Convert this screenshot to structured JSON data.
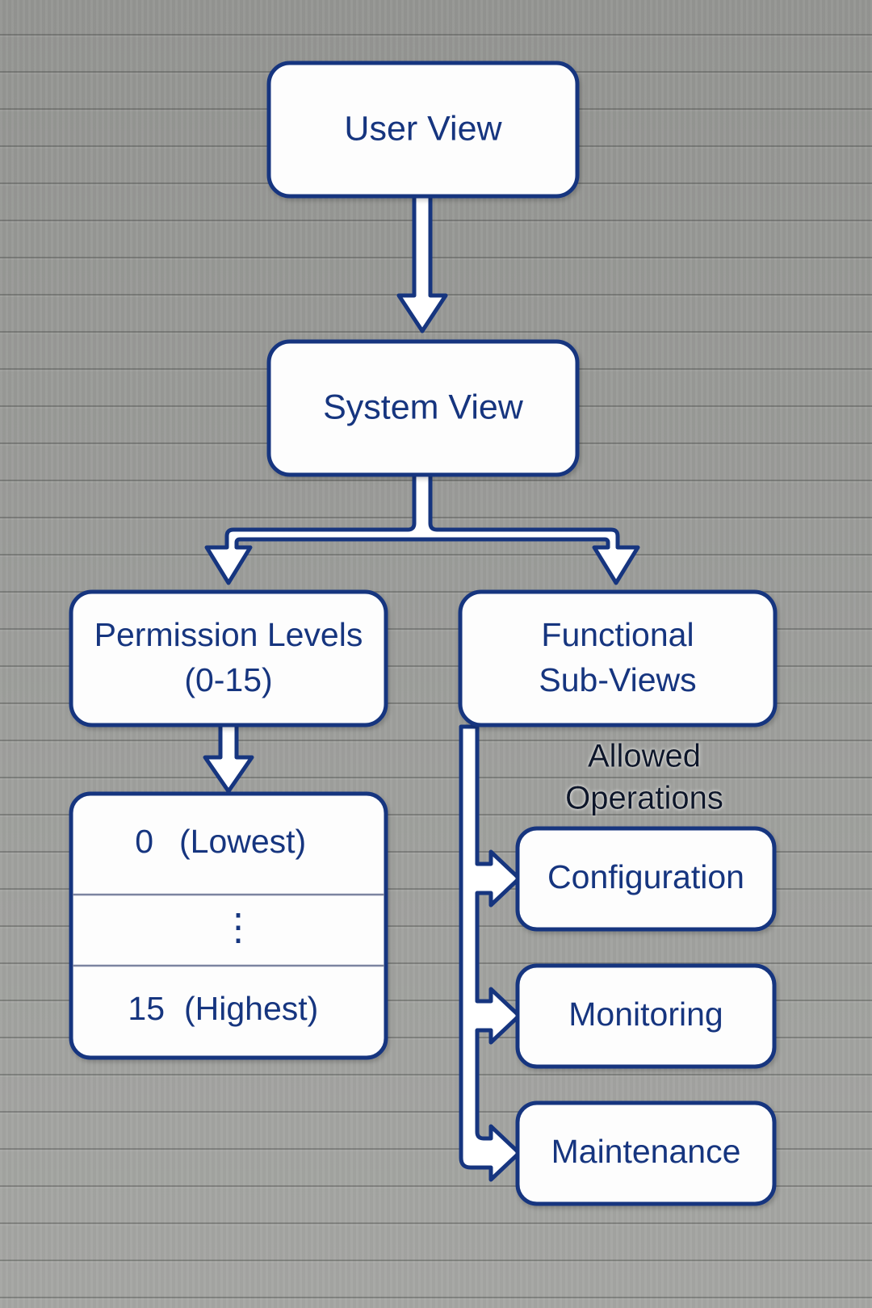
{
  "diagram": {
    "style": {
      "box_fill": "#fdfdfd",
      "box_stroke": "#16357f",
      "text_color": "#16357f",
      "edge_label_color": "#10142b",
      "background": "#9a9b98",
      "connector_fill": "#ffffff",
      "connector_stroke": "#16357f",
      "divider_color": "#7b84a0"
    },
    "nodes": {
      "user_view": {
        "label": "User View"
      },
      "system_view": {
        "label": "System View"
      },
      "permission_levels": {
        "line1": "Permission Levels",
        "line2": "(0-15)"
      },
      "functional_sub_views": {
        "line1": "Functional",
        "line2": "Sub-Views"
      },
      "levels_table": {
        "rows": [
          {
            "num": "0",
            "text": "(Lowest)"
          },
          {
            "num": "",
            "text": "⋮"
          },
          {
            "num": "15",
            "text": "(Highest)"
          }
        ]
      },
      "operations": [
        {
          "label": "Configuration"
        },
        {
          "label": "Monitoring"
        },
        {
          "label": "Maintenance"
        }
      ]
    },
    "edge_labels": {
      "allowed_operations_line1": "Allowed",
      "allowed_operations_line2": "Operations"
    }
  }
}
